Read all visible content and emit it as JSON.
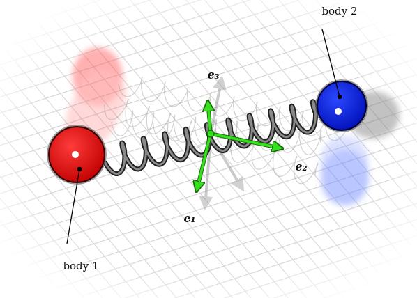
{
  "diagram": {
    "labels": [
      "body 2",
      "e₃",
      "e₂",
      "e₁",
      "body 1"
    ]
  }
}
